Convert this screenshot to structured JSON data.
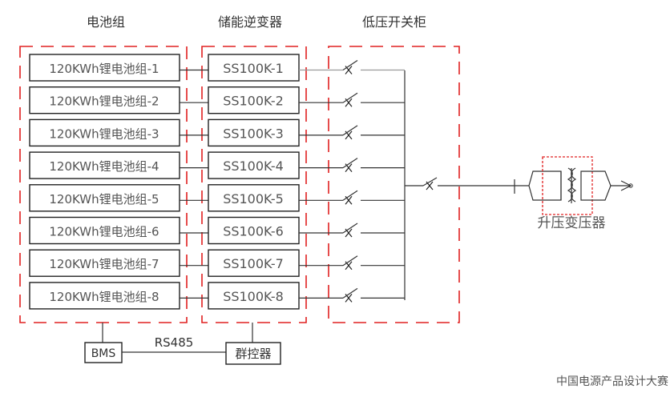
{
  "headers": {
    "battery": "电池组",
    "inverter": "储能逆变器",
    "switchgear": "低压开关柜"
  },
  "batteries": [
    "120KWh锂电池组-1",
    "120KWh锂电池组-2",
    "120KWh锂电池组-3",
    "120KWh锂电池组-4",
    "120KWh锂电池组-5",
    "120KWh锂电池组-6",
    "120KWh锂电池组-7",
    "120KWh锂电池组-8"
  ],
  "inverters": [
    "SS100K-1",
    "SS100K-2",
    "SS100K-3",
    "SS100K-4",
    "SS100K-5",
    "SS100K-6",
    "SS100K-7",
    "SS100K-8"
  ],
  "transformer_label": "升压变压器",
  "bms_label": "BMS",
  "comm_label": "RS485",
  "controller_label": "群控器",
  "watermark": "中国电源产品设计大赛",
  "colors": {
    "enclosure": "#e02020",
    "line": "#222222",
    "text": "#333333"
  }
}
